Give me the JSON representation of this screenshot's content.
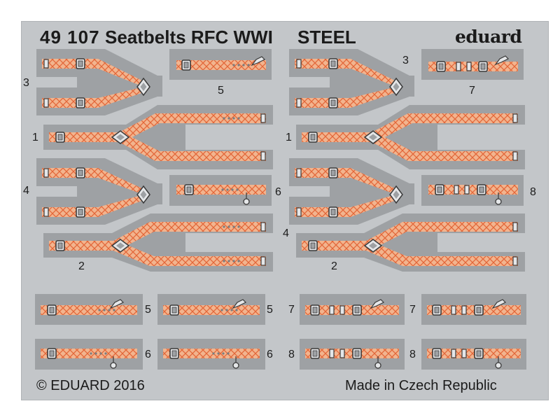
{
  "header": {
    "code": "49 107",
    "title": "Seatbelts RFC WWI",
    "material": "STEEL",
    "brand": "eduard"
  },
  "footer": {
    "copyright": "© EDUARD 2016",
    "origin": "Made in Czech Republic"
  },
  "part_numbers": [
    "3",
    "5",
    "3",
    "7",
    "1",
    "1",
    "4",
    "6",
    "8",
    "4",
    "2",
    "2",
    "5",
    "5",
    "7",
    "7",
    "6",
    "6",
    "8",
    "8"
  ],
  "colors": {
    "fret": "#c3c6c9",
    "carrier": "#9ea1a4",
    "belt": "#f2b48e",
    "belt_pattern": "#e2673a",
    "metal": "#e4e6e8",
    "metal_stroke": "#3a3a3a",
    "text": "#1b1b1b"
  }
}
